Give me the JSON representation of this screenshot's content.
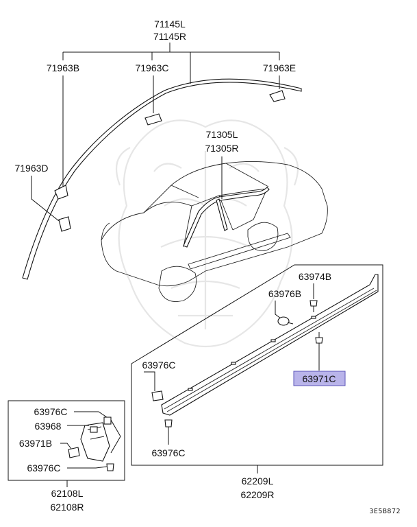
{
  "labels": {
    "molding_roof_l": "71145L",
    "molding_roof_r": "71145R",
    "clip_b": "71963B",
    "clip_c": "71963C",
    "clip_e": "71963E",
    "clip_d": "71963D",
    "door_molding_l": "71305L",
    "door_molding_r": "71305R",
    "clip_63974b": "63974B",
    "clip_63976b": "63976B",
    "clip_63976c_top": "63976C",
    "clip_63971c": "63971C",
    "clip_63976c_bottom": "63976C",
    "sill_l": "62209L",
    "sill_r": "62209R",
    "inset_63976c_top": "63976C",
    "inset_63968": "63968",
    "inset_63971b": "63971B",
    "inset_63976c_bottom": "63976C",
    "bracket_l": "62108L",
    "bracket_r": "62108R"
  },
  "diagram_code": "3E5B872",
  "colors": {
    "highlight_fill": "#b9b4ea",
    "line": "#111111",
    "watermark": "#e6e6e6"
  }
}
